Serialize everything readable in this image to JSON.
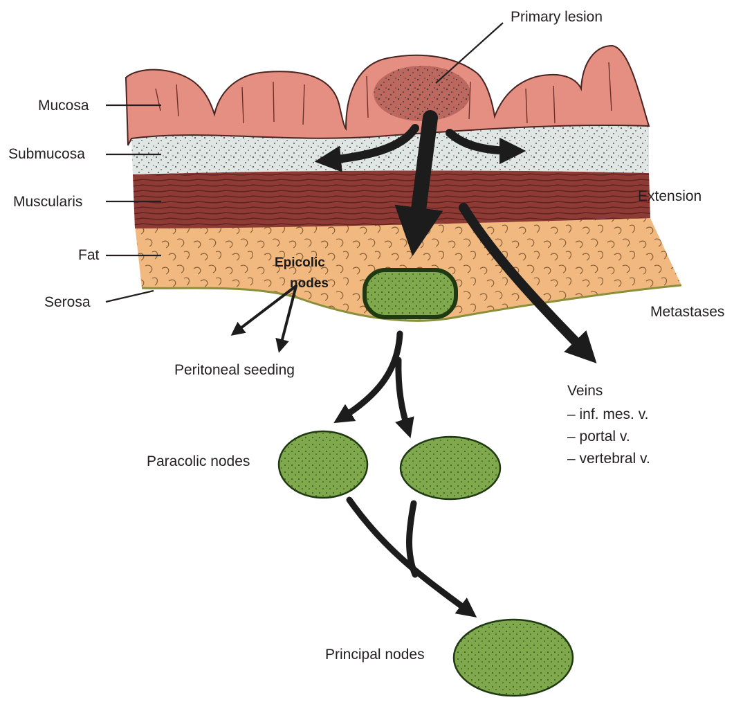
{
  "diagram": {
    "labels": {
      "primary_lesion": "Primary lesion",
      "mucosa": "Mucosa",
      "submucosa": "Submucosa",
      "muscularis": "Muscularis",
      "fat": "Fat",
      "serosa": "Serosa",
      "extension": "Extension",
      "metastases": "Metastases",
      "epicolic_line1": "Epicolic",
      "epicolic_line2": "nodes",
      "peritoneal_seeding": "Peritoneal seeding",
      "veins_title": "Veins",
      "veins_items": [
        "– inf. mes. v.",
        "– portal v.",
        "– vertebral v."
      ],
      "paracolic_nodes": "Paracolic nodes",
      "principal_nodes": "Principal nodes"
    },
    "colors": {
      "mucosa": "#e58f82",
      "submucosa": "#dfe6e4",
      "muscularis": "#8e3a35",
      "fat": "#f1b97f",
      "node": "#7fa94c",
      "node_outline": "#1f3a12",
      "arrow": "#1c1c1c"
    }
  }
}
